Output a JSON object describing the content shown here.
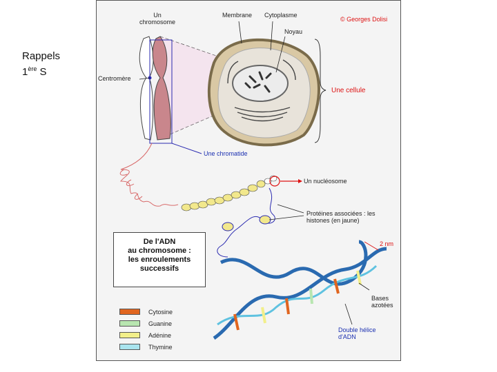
{
  "slide": {
    "title_line1": "Rappels",
    "title_line2_num": "1",
    "title_line2_sup": "ère",
    "title_line2_rest": " S"
  },
  "labels": {
    "chromosome_line1": "Un",
    "chromosome_line2": "chromosome",
    "membrane": "Membrane",
    "cytoplasme": "Cytoplasme",
    "noyau": "Noyau",
    "copyright": "© Georges Dolisi",
    "centromere": "Centromère",
    "cellule": "Une cellule",
    "chromatide": "Une chromatide",
    "nucleosome": "Un nucléosome",
    "proteines_line1": "Protéines associées : les",
    "proteines_line2": "histones (en jaune)",
    "scale": "2 nm",
    "bases_line1": "Bases",
    "bases_line2": "azotées",
    "helice_line1": "Double hélice",
    "helice_line2": "d'ADN"
  },
  "title_box": {
    "line1": "De l'ADN",
    "line2": "au chromosome :",
    "line3": "les enroulements",
    "line4": "successifs"
  },
  "legend": [
    {
      "label": "Cytosine",
      "color": "#e0651f"
    },
    {
      "label": "Guanine",
      "color": "#b8e6b0"
    },
    {
      "label": "Adénine",
      "color": "#f2ef8a"
    },
    {
      "label": "Thymine",
      "color": "#a9e4ee"
    }
  ]
}
